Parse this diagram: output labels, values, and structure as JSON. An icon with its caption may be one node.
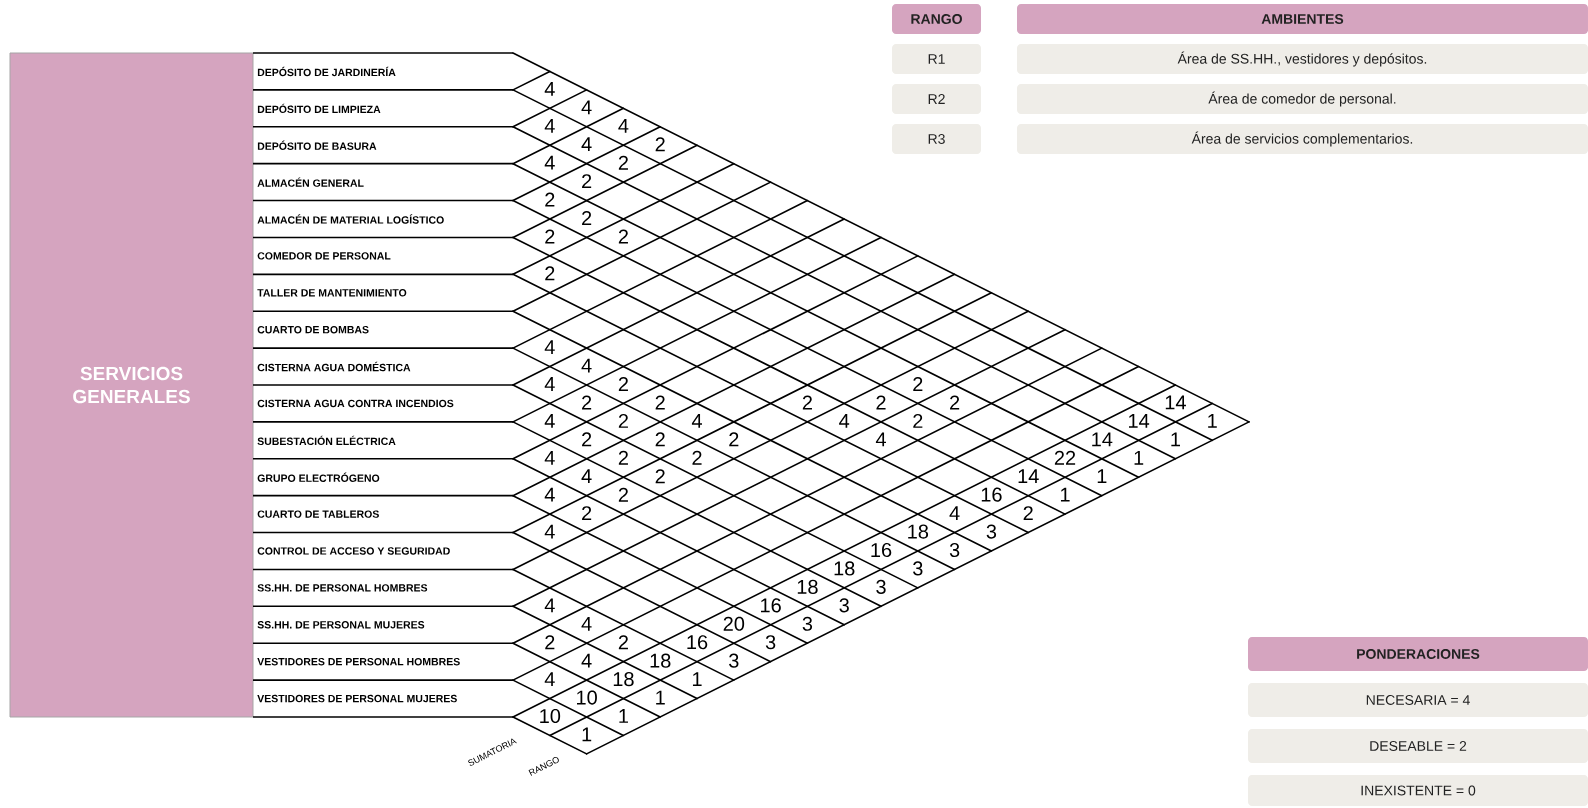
{
  "diagram": {
    "nodes": [
      {
        "text": [
          "SERVICIOS GENERALES"
        ]
      },
      {
        "text": [
          "DEPÓSITO DE JARDINERÍA"
        ]
      },
      {
        "text": [
          "DEPÓSITO DE LIMPIEZA"
        ]
      },
      {
        "text": [
          "DEPÓSITO DE BASURA"
        ]
      },
      {
        "text": [
          "ALMACÉN GENERAL"
        ]
      },
      {
        "text": [
          "ALMACÉN DE MATERIAL LOGÍSTICO"
        ]
      },
      {
        "text": [
          "COMEDOR DE PERSONAL"
        ]
      },
      {
        "text": [
          "TALLER DE MANTENIMIENTO"
        ]
      },
      {
        "text": [
          "CUARTO DE BOMBAS"
        ]
      },
      {
        "text": [
          "CISTERNA AGUA DOMÉSTICA"
        ]
      },
      {
        "text": [
          "CISTERNA AGUA CONTRA INCENDIOS"
        ]
      },
      {
        "text": [
          "SUBESTACIÓN ELÉCTRICA"
        ]
      },
      {
        "text": [
          "GRUPO ELECTRÓGENO"
        ]
      },
      {
        "text": [
          "CUARTO DE TABLEROS"
        ]
      },
      {
        "text": [
          "CONTROL DE ACCESO Y SEGURIDAD"
        ]
      },
      {
        "text": [
          "SS.HH. DE PERSONAL HOMBRES"
        ]
      },
      {
        "text": [
          "SS.HH. DE PERSONAL MUJERES"
        ]
      },
      {
        "text": [
          "VESTIDORES DE PERSONAL HOMBRES"
        ]
      },
      {
        "text": [
          "VESTIDORES DE PERSONAL MUJERES"
        ]
      },
      {
        "text": [
          "RANGO"
        ]
      },
      {
        "text": [
          "AMBIENTES"
        ]
      },
      {
        "text": [
          "R1"
        ]
      },
      {
        "text": [
          "Área de SS.HH., vestidores y depósitos."
        ]
      },
      {
        "text": [
          "R2"
        ]
      },
      {
        "text": [
          "Área de comedor de personal."
        ]
      },
      {
        "text": [
          "R3"
        ]
      },
      {
        "text": [
          "Área de servicios complementarios."
        ]
      },
      {
        "text": [
          "PONDERACIONES"
        ]
      },
      {
        "text": [
          "NECESARIA = 4"
        ]
      },
      {
        "text": [
          "DESEABLE = 2"
        ]
      },
      {
        "text": [
          "INEXISTENTE = 0"
        ]
      }
    ],
    "labels": [
      "4",
      "4",
      "4",
      "4",
      "4",
      "2",
      "4",
      "2",
      "2",
      "2",
      "2",
      "2",
      "2",
      "2",
      "4",
      "4",
      "4",
      "2",
      "2",
      "2",
      "2",
      "2",
      "2",
      "2",
      "14",
      "4",
      "2",
      "4",
      "4",
      "2",
      "14",
      "1",
      "2",
      "2",
      "2",
      "4",
      "14",
      "1",
      "4",
      "2",
      "2",
      "22",
      "1",
      "4",
      "2",
      "14",
      "1",
      "4",
      "2",
      "16",
      "1",
      "2",
      "4",
      "2",
      "4",
      "18",
      "3",
      "16",
      "3",
      "18",
      "3",
      "18",
      "3",
      "4",
      "16",
      "3",
      "4",
      "20",
      "3",
      "2",
      "2",
      "16",
      "3",
      "4",
      "18",
      "3",
      "4",
      "18",
      "1",
      "10",
      "1",
      "10",
      "1",
      "1",
      "SUMATORIA",
      "RANGO"
    ]
  }
}
